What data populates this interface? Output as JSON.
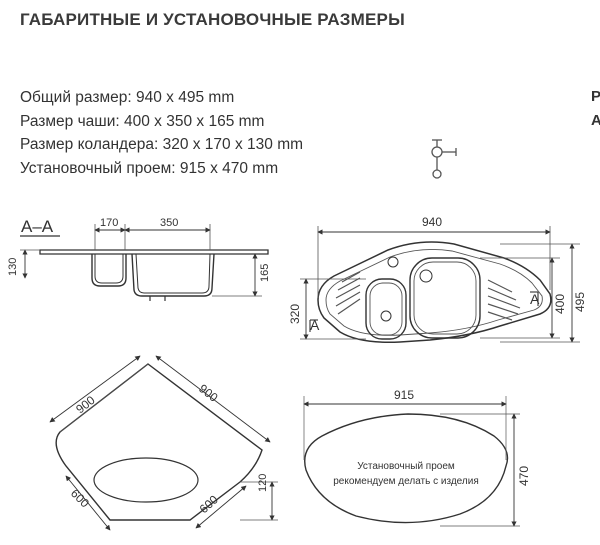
{
  "header": {
    "title": "ГАБАРИТНЫЕ И УСТАНОВОЧНЫЕ РАЗМЕРЫ"
  },
  "specs": [
    {
      "label": "Общий размер",
      "value": "940 х 495 mm"
    },
    {
      "label": "Размер чаши",
      "value": "400 х 350 х 165 mm"
    },
    {
      "label": "Размер колан­дера",
      "value": "320 х 170 х 130 mm"
    },
    {
      "label": "Установочный проем",
      "value": "915 х 470 mm"
    }
  ],
  "edge_letters": [
    "Р",
    "А"
  ],
  "section_view": {
    "label": "А–А",
    "dims": {
      "depth_left": "130",
      "colander_width": "170",
      "bowl_width": "350",
      "depth_right": "165"
    }
  },
  "top_view": {
    "dims": {
      "overall_width": "940",
      "overall_height": "495",
      "colander_height": "320",
      "bowl_height": "400"
    },
    "section_marker": "А"
  },
  "corner_view": {
    "dims": {
      "side_left": "900",
      "side_right": "900",
      "inner_left": "600",
      "inner_right": "600",
      "front_depth": "120"
    }
  },
  "cutout_view": {
    "dims": {
      "width": "915",
      "height": "470"
    },
    "note_line1": "Установочный проем",
    "note_line2": "рекомендуем делать с изделия"
  }
}
